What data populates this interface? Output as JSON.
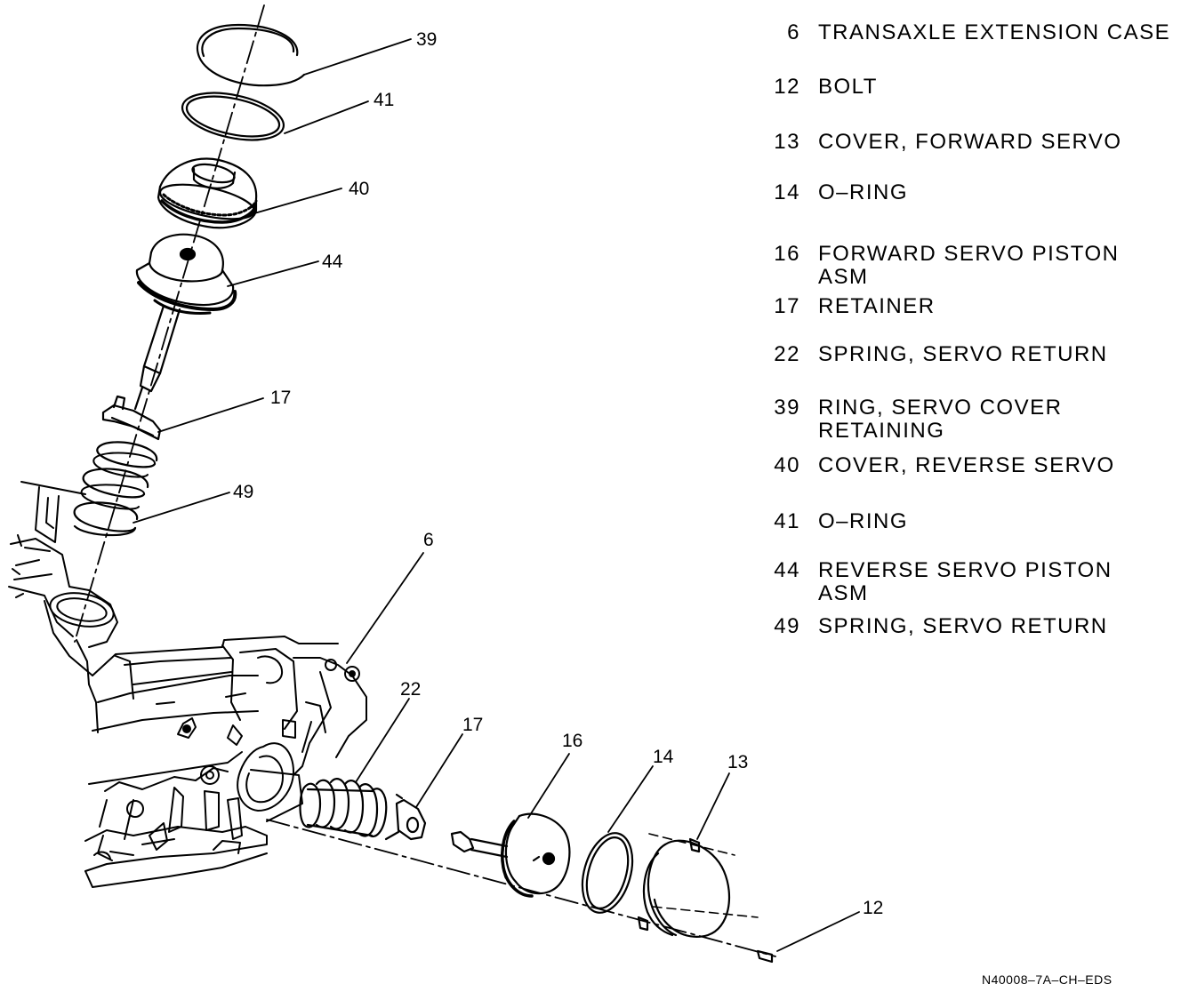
{
  "callouts": [
    {
      "number": "39"
    },
    {
      "number": "41"
    },
    {
      "number": "40"
    },
    {
      "number": "44"
    },
    {
      "number": "17"
    },
    {
      "number": "49"
    },
    {
      "number": "6"
    },
    {
      "number": "22"
    },
    {
      "number": "17"
    },
    {
      "number": "16"
    },
    {
      "number": "14"
    },
    {
      "number": "13"
    },
    {
      "number": "12"
    }
  ],
  "legend": [
    {
      "number": "6",
      "text": "TRANSAXLE EXTENSION CASE"
    },
    {
      "number": "12",
      "text": "BOLT"
    },
    {
      "number": "13",
      "text": "COVER, FORWARD SERVO"
    },
    {
      "number": "14",
      "text": "O–RING"
    },
    {
      "number": "16",
      "text": "FORWARD SERVO PISTON ASM"
    },
    {
      "number": "17",
      "text": "RETAINER"
    },
    {
      "number": "22",
      "text": "SPRING, SERVO RETURN"
    },
    {
      "number": "39",
      "text": "RING, SERVO COVER\nRETAINING"
    },
    {
      "number": "40",
      "text": "COVER, REVERSE SERVO"
    },
    {
      "number": "41",
      "text": "O–RING"
    },
    {
      "number": "44",
      "text": "REVERSE SERVO PISTON\nASM"
    },
    {
      "number": "49",
      "text": "SPRING, SERVO RETURN"
    }
  ],
  "figure_code": "N40008–7A–CH–EDS"
}
